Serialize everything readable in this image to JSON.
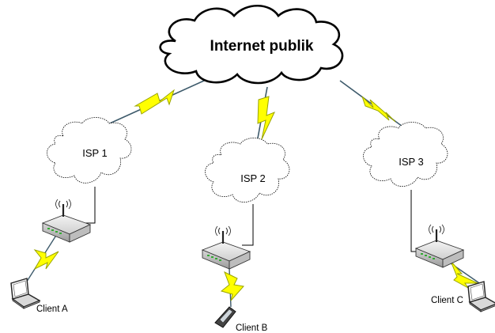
{
  "internet": {
    "label": "Internet publik"
  },
  "isps": [
    {
      "label": "ISP 1"
    },
    {
      "label": "ISP 2"
    },
    {
      "label": "ISP 3"
    }
  ],
  "clients": [
    {
      "label": "Client A",
      "device": "laptop-icon"
    },
    {
      "label": "Client B",
      "device": "mobile-phone-icon"
    },
    {
      "label": "Client C",
      "device": "laptop-icon"
    }
  ],
  "colors": {
    "lightning_fill": "#ffff00",
    "lightning_stroke": "#9aa400",
    "link_line": "#3d5a6b",
    "cloud_stroke": "#000000"
  }
}
